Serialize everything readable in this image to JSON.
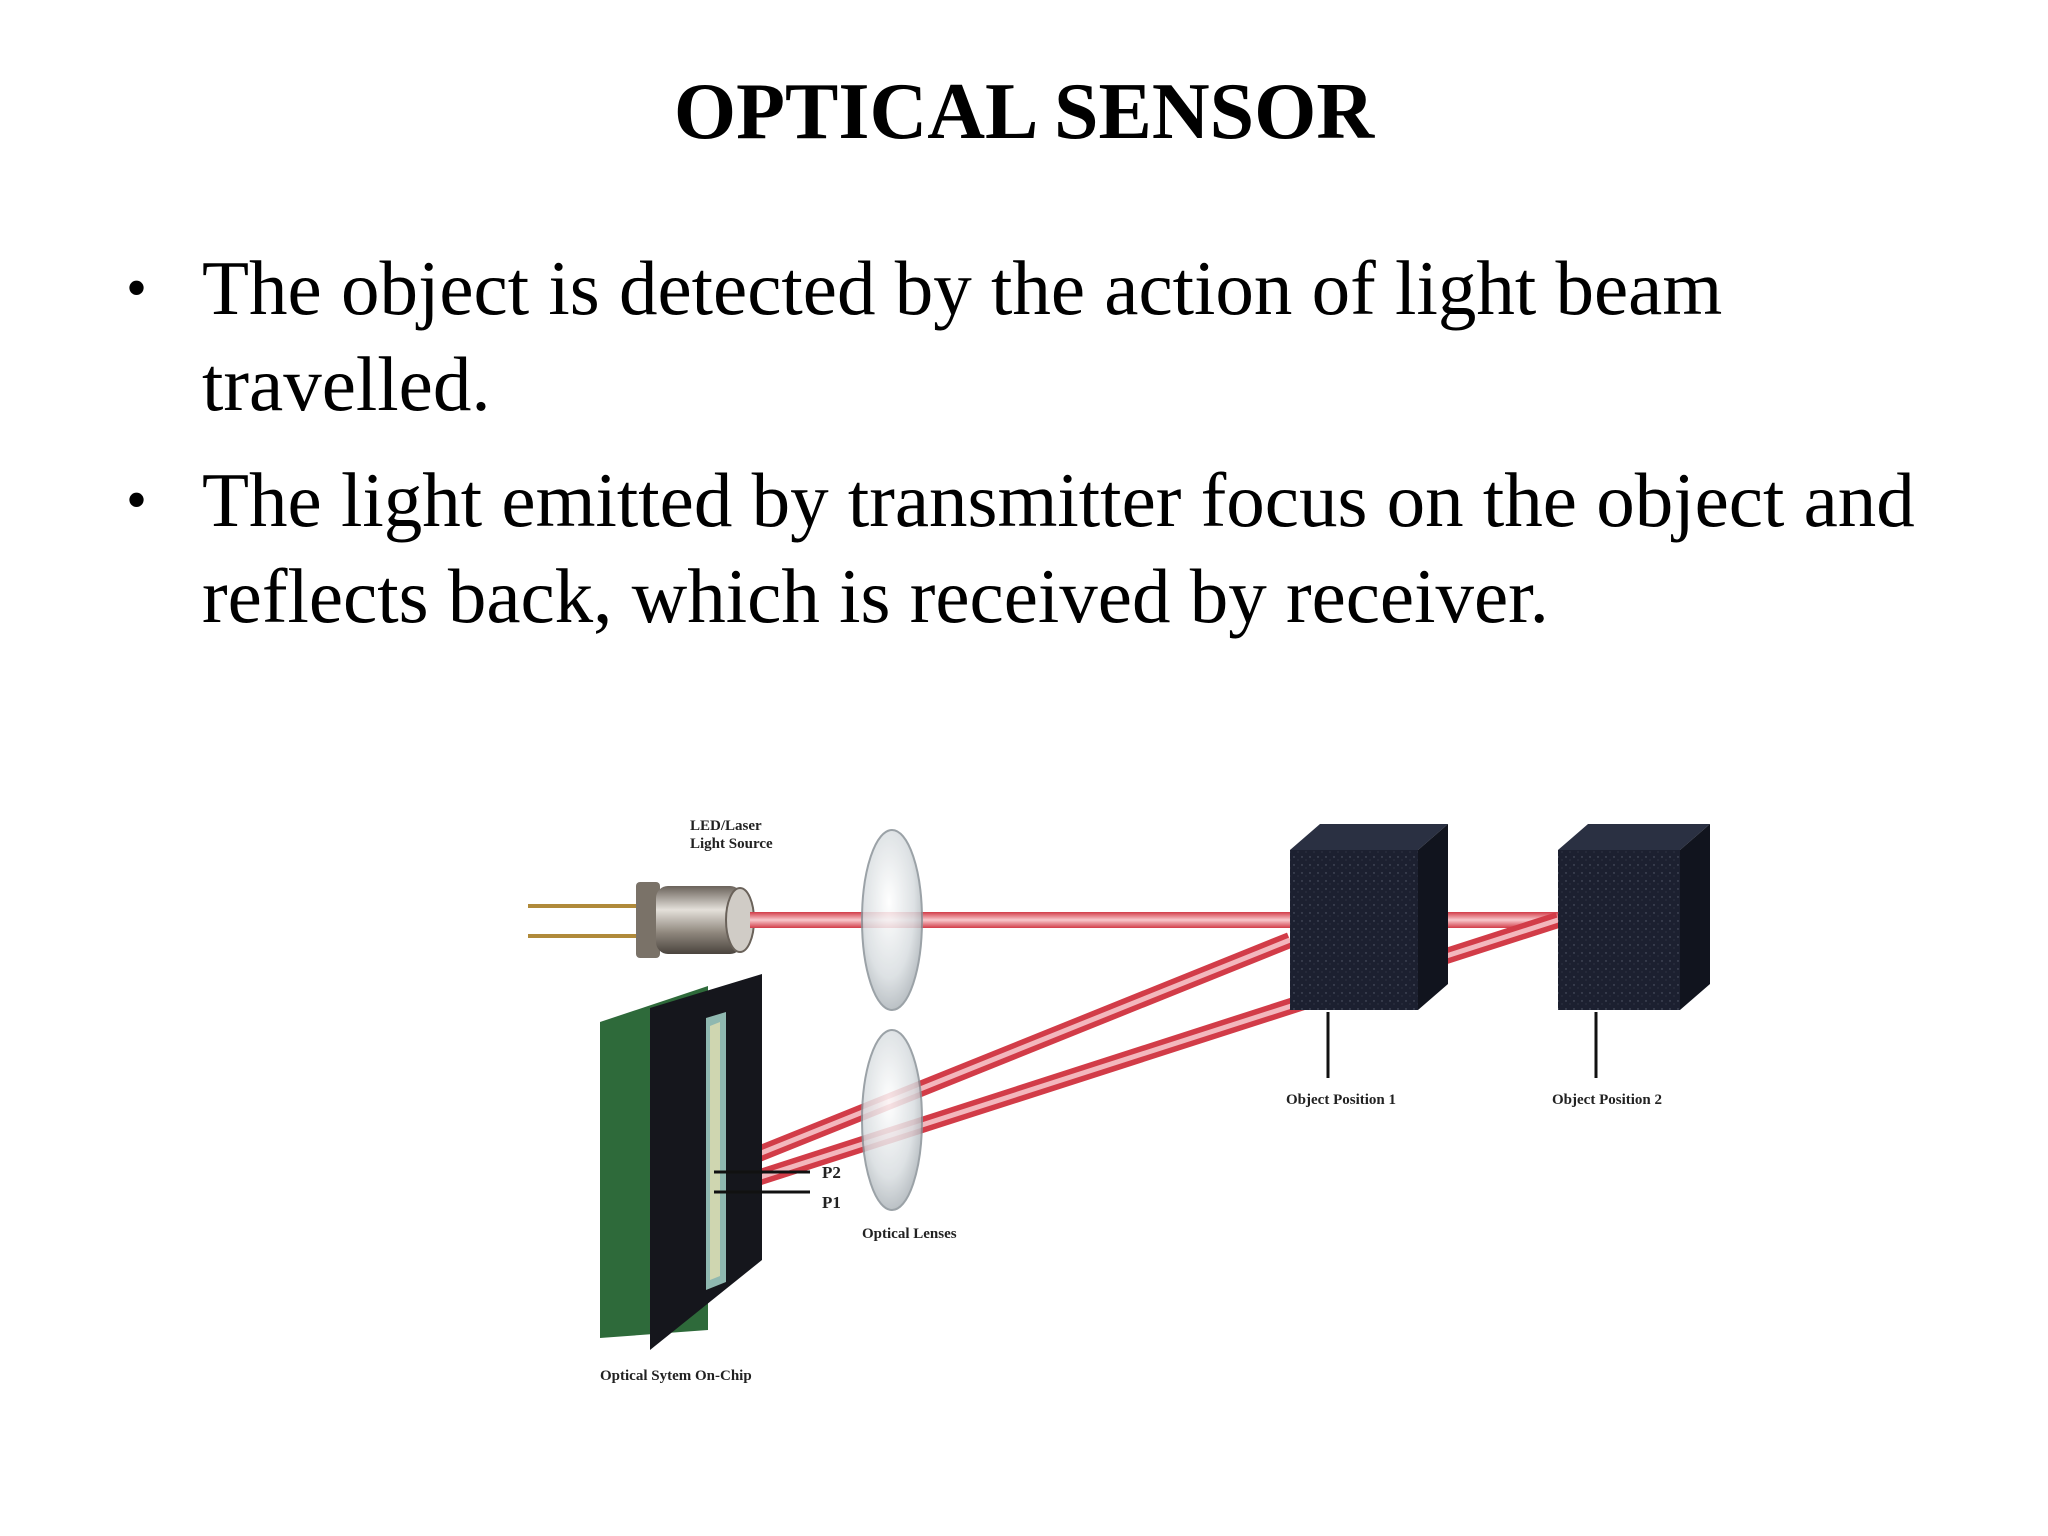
{
  "title": "OPTICAL SENSOR",
  "bullets": [
    {
      "text": "The object is detected by the action of light  beam travelled."
    },
    {
      "text": "The light emitted by transmitter focus on the object and reflects back, which is received by receiver."
    }
  ],
  "bullet_symbol": "•",
  "diagram": {
    "light_source_label_line1": "LED/Laser",
    "light_source_label_line2": "Light Source",
    "object_position_1": "Object Position 1",
    "object_position_2": "Object Position 2",
    "p2_label": "P2",
    "p1_label": "P1",
    "lenses_label": "Optical Lenses",
    "chip_label": "Optical Sytem On-Chip",
    "beam_color": "#e0606a",
    "block_color": "#1c2030",
    "pcb_color": "#2e6a3a"
  }
}
